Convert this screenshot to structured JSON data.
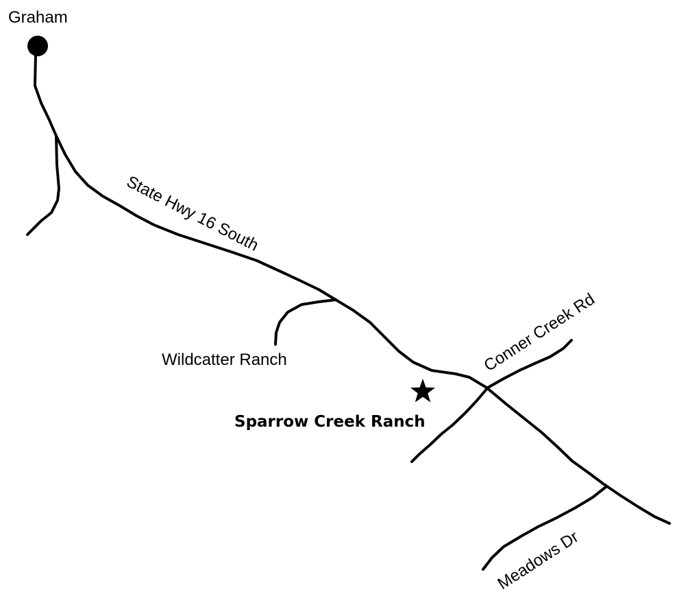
{
  "map": {
    "towns": {
      "graham": "Graham"
    },
    "roads": {
      "highway": "State Hwy 16 South",
      "conner": "Conner Creek Rd",
      "meadows": "Meadows Dr"
    },
    "places": {
      "wildcatter": "Wildcatter Ranch",
      "sparrow": "Sparrow Creek Ranch"
    },
    "colors": {
      "ink": "#000000",
      "background": "#ffffff"
    },
    "icons": {
      "town": "town-dot-icon",
      "destination": "star-icon"
    }
  }
}
